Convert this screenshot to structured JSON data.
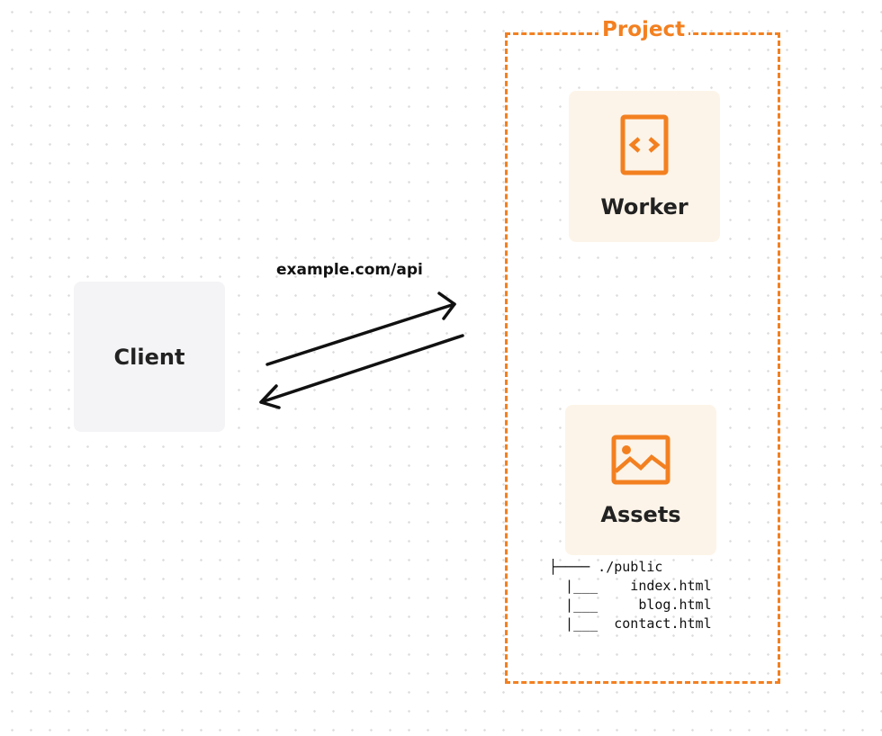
{
  "client": {
    "label": "Client"
  },
  "connection": {
    "label": "example.com/api"
  },
  "project": {
    "title": "Project",
    "color": "#f38020"
  },
  "worker": {
    "label": "Worker",
    "icon": "code-file-icon"
  },
  "assets": {
    "label": "Assets",
    "icon": "image-icon",
    "tree": [
      "├──── ./public",
      "  |___    index.html",
      "  |___     blog.html",
      "  |___  contact.html"
    ]
  }
}
